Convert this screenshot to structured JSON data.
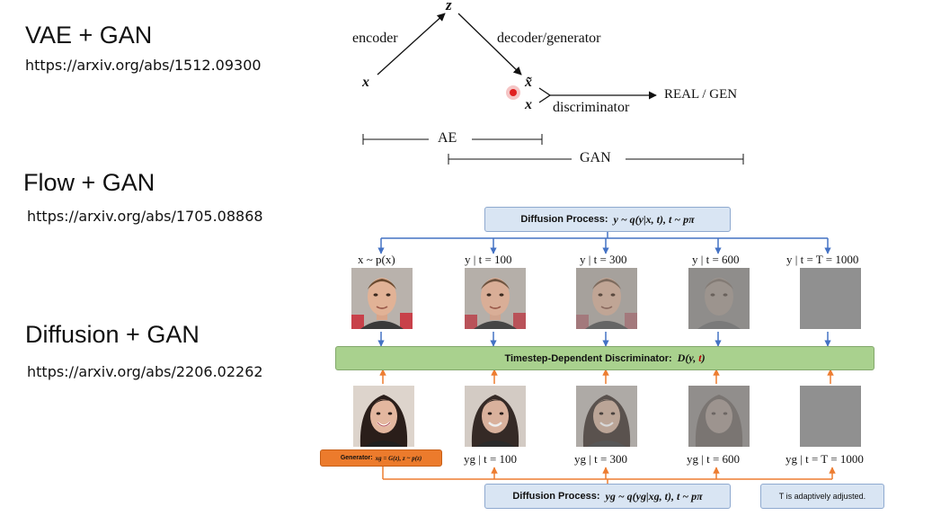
{
  "left": {
    "sections": [
      {
        "title": "VAE + GAN",
        "url": "https://arxiv.org/abs/1512.09300"
      },
      {
        "title": "Flow + GAN",
        "url": "https://arxiv.org/abs/1705.08868"
      },
      {
        "title": "Diffusion + GAN",
        "url": "https://arxiv.org/abs/2206.02262"
      }
    ]
  },
  "vaegan": {
    "z": "z",
    "x_in": "x",
    "x_tilde": "x̃",
    "x_real": "x",
    "encoder": "encoder",
    "decoder": "decoder/generator",
    "discriminator": "discriminator",
    "output": "REAL / GEN",
    "ae": "AE",
    "gan": "GAN"
  },
  "diffusion": {
    "top_box": {
      "label": "Diffusion Process:",
      "math": "y ~ q(y|x, t), t ~ pπ"
    },
    "top_labels": [
      "x ~ p(x)",
      "y | t = 100",
      "y | t = 300",
      "y | t = 600",
      "y | t = T = 1000"
    ],
    "disc_box": {
      "label": "Timestep-Dependent Discriminator:",
      "math_a": "D(y, ",
      "math_t": "t",
      "math_b": ")"
    },
    "bottom_labels": [
      "yg | t = 100",
      "yg | t = 300",
      "yg | t = 600",
      "yg | t = T = 1000"
    ],
    "generator_box": {
      "label": "Generator:",
      "math": "xg = G(z), z ~ p(z)"
    },
    "bottom_box": {
      "label": "Diffusion Process:",
      "math": "yg ~ q(yg|xg, t), t ~ pπ"
    },
    "note": "T is adaptively adjusted.",
    "colors": {
      "blue_line": "#4472c4",
      "orange_line": "#ed7d31",
      "box_blue": "#d9e5f3",
      "box_green": "#a9d18e",
      "box_orange": "#ec7b2c"
    }
  }
}
